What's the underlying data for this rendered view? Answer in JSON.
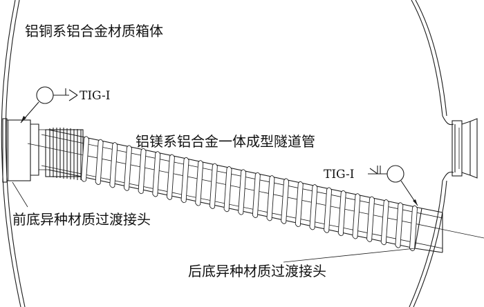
{
  "labels": {
    "tank": "铝铜系铝合金材质箱体",
    "weld_symbol_left": "TIG-I",
    "weld_symbol_right": "TIG-I",
    "tube": "铝镁系铝合金一体成型隧道管",
    "front_joint": "前底异种材质过渡接头",
    "rear_joint": "后底异种材质过渡接头"
  },
  "icons": {
    "weld_left": "weld-symbol-icon",
    "weld_right": "weld-symbol-icon"
  },
  "colors": {
    "line": "#1a1a1a",
    "text": "#111111",
    "background": "#ffffff"
  }
}
